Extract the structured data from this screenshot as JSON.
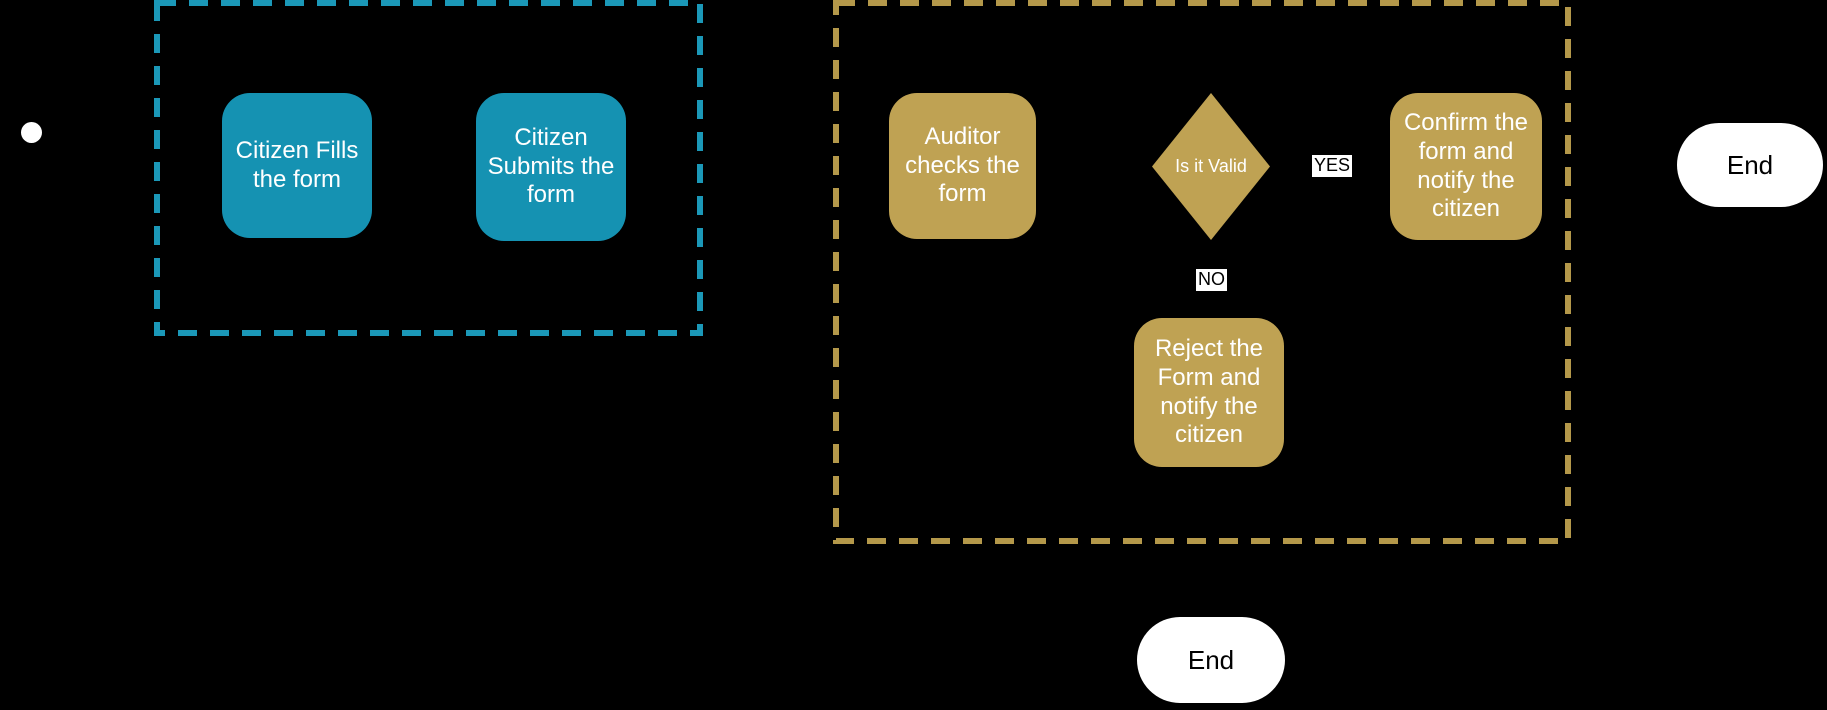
{
  "colors": {
    "background": "#000000",
    "teal_fill": "#1592B2",
    "teal_dash": "#1B98B8",
    "gold_fill": "#BFA253",
    "gold_dash": "#B4984A",
    "node_text": "#FFFFFF",
    "start_fill": "#FFFFFF",
    "end_fill": "#FFFFFF",
    "end_text": "#000000",
    "edge_label_bg": "#FFFFFF",
    "edge_label_text": "#000000"
  },
  "diagram": {
    "nodes": {
      "citizen_fills": {
        "label": "Citizen Fills the form"
      },
      "citizen_submits": {
        "label": "Citizen Submits the form"
      },
      "auditor_checks": {
        "label": "Auditor checks the form"
      },
      "is_it_valid": {
        "label": "Is it Valid"
      },
      "confirm_form": {
        "label": "Confirm the form and notify the citizen"
      },
      "reject_form": {
        "label": "Reject the Form and notify the citizen"
      },
      "end_right": {
        "label": "End"
      },
      "end_bottom": {
        "label": "End"
      }
    },
    "edge_labels": {
      "yes": "YES",
      "no": "NO"
    }
  }
}
